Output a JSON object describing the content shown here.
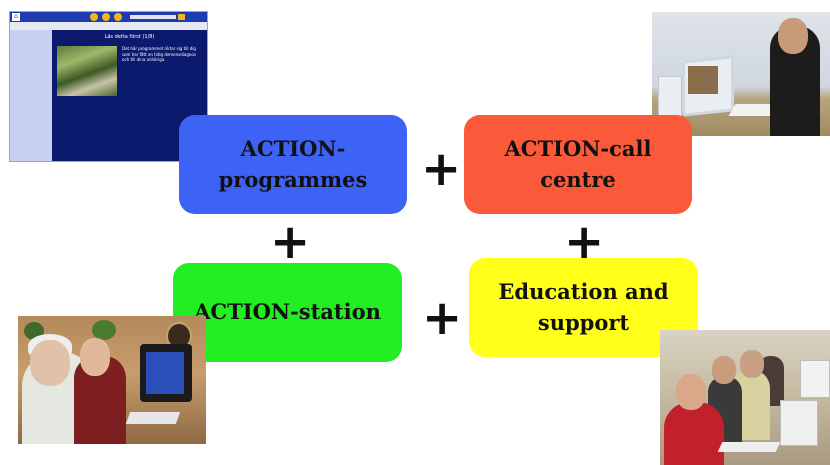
{
  "boxes": {
    "programmes": {
      "line1": "ACTION-",
      "line2": "programmes",
      "color": "#3d62f6"
    },
    "call_centre": {
      "line1": "ACTION-call",
      "line2": "centre",
      "color": "#fa5a3a"
    },
    "station": {
      "label": "ACTION-station",
      "color": "#22ee22"
    },
    "education": {
      "line1": "Education and",
      "line2": "support",
      "color": "#ffff1a"
    }
  },
  "plus_sign": "+",
  "screenshot": {
    "title": "Läs detta först (1/8)",
    "text": "Det här programmet riktar sig till dig som har fått en tidig demensdiagnos och till dina anhöriga."
  },
  "photos": {
    "call_centre": "call-centre-photo",
    "elderly": "elderly-at-computer-photo",
    "education": "education-session-photo"
  }
}
